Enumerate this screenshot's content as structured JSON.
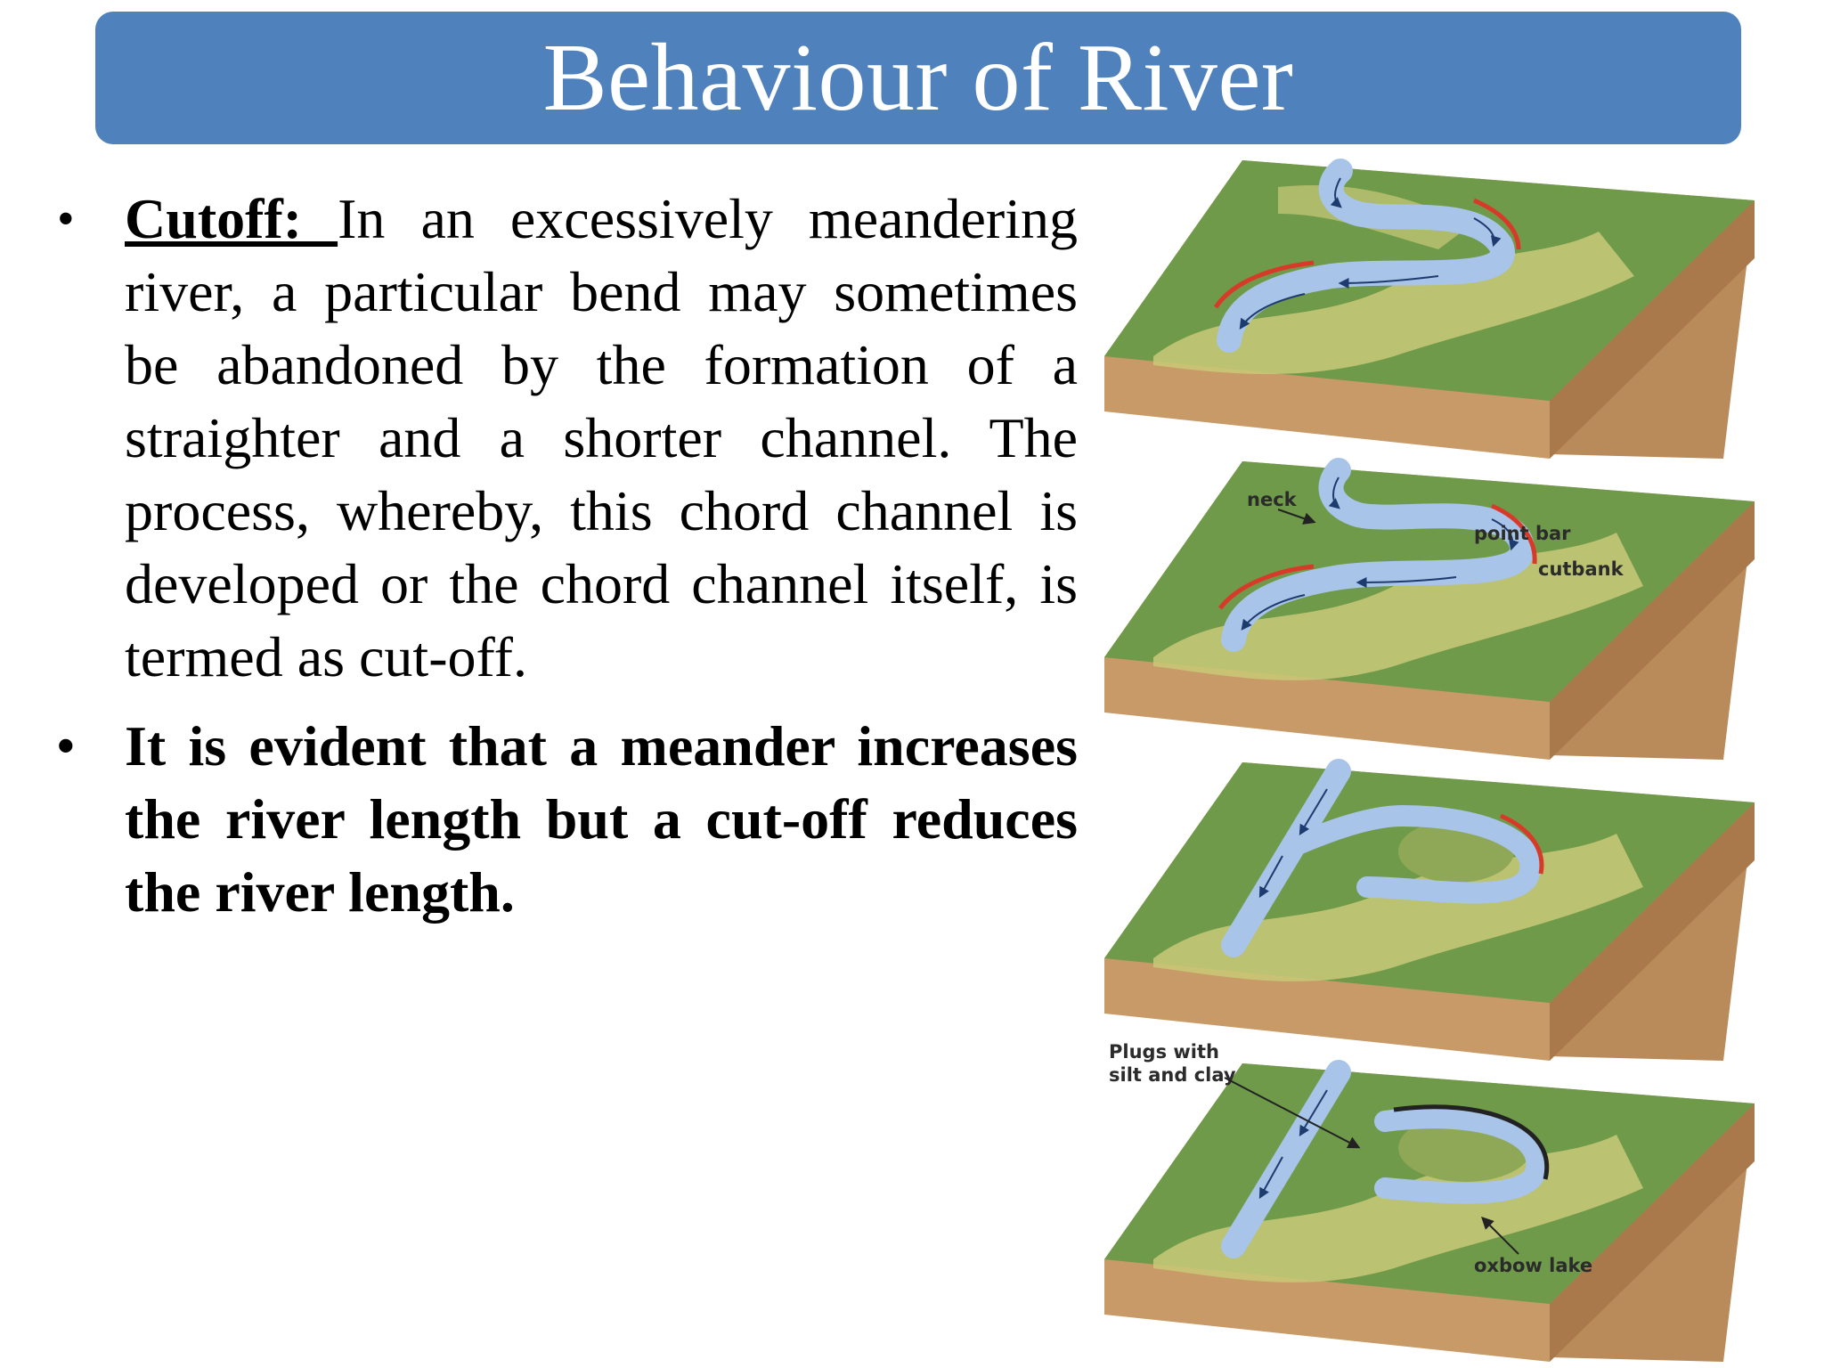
{
  "slide": {
    "title": "Behaviour of River",
    "bullets": [
      {
        "term": "Cutoff: ",
        "text": "In an excessively meandering river, a particular bend may sometimes be abandoned by the formation of a straighter and a shorter channel. The process, whereby, this chord channel is developed or the chord channel itself, is termed as cut-off."
      },
      {
        "text": "It is evident that a meander increases the river length but a cut-off reduces the river length."
      }
    ]
  },
  "diagram": {
    "labels": {
      "neck": "neck",
      "point_bar": "point bar",
      "cutbank": "cutbank",
      "plugs_line1": "Plugs with",
      "plugs_line2": "silt and clay",
      "oxbow": "oxbow lake"
    },
    "colors": {
      "ground_green": "#6f9a4a",
      "ground_light": "#c9c978",
      "river": "#a8c4e8",
      "cutbank_red": "#d83a2a",
      "soil": "#c79a68"
    }
  }
}
